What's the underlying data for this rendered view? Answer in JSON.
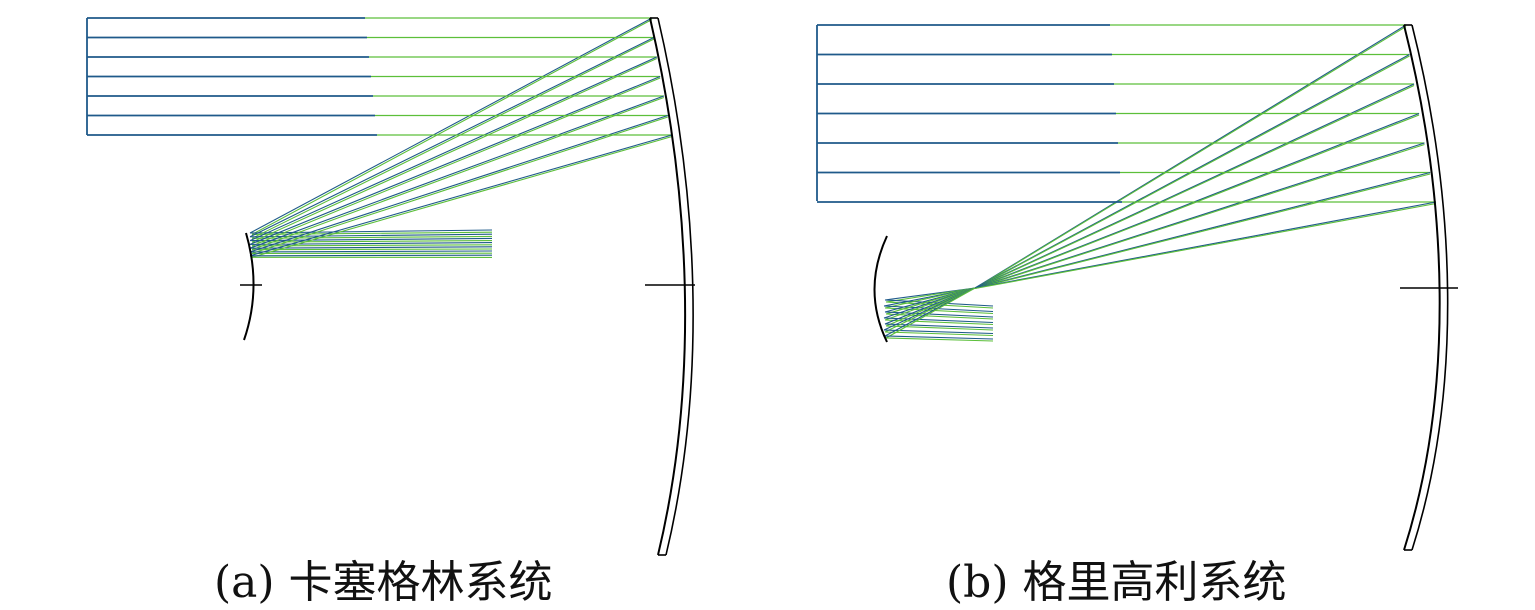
{
  "panels": [
    {
      "id": "a",
      "caption": "(a) 卡塞格林系统",
      "system": "Cassegrain",
      "ray_count": 7,
      "secondary_mirror": "convex",
      "focus": "beyond-secondary"
    },
    {
      "id": "b",
      "caption": "(b) 格里高利系统",
      "system": "Gregorian",
      "ray_count": 7,
      "secondary_mirror": "concave",
      "focus": "before-secondary"
    }
  ],
  "colors": {
    "ray_blue": "#1f5a8a",
    "ray_green": "#5cbf3a",
    "mirror": "#000000",
    "background": "#ffffff"
  }
}
